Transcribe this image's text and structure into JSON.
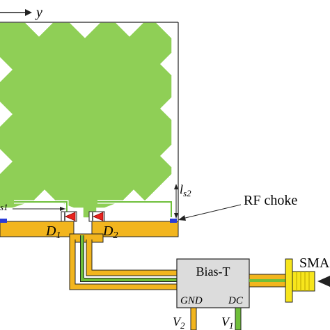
{
  "axis": {
    "label": "y"
  },
  "annotations": {
    "ls2": {
      "main": "l",
      "sub": "s2"
    },
    "ls1": {
      "main": "",
      "sub": "s1"
    },
    "rf_choke": "RF choke",
    "d1": {
      "main": "D",
      "sub": "1"
    },
    "d2": {
      "main": "D",
      "sub": "2"
    }
  },
  "bias_t": {
    "title": "Bias-T",
    "gnd": "GND",
    "dc": "DC"
  },
  "sma": "SMA",
  "voltages": {
    "v2": {
      "main": "V",
      "sub": "2"
    },
    "v1": {
      "main": "V",
      "sub": "1"
    }
  },
  "colors": {
    "patch": "#8fcf56",
    "feed_yellow": "#f2b51e",
    "feed_green": "#6fbf3a",
    "outline": "#222222",
    "diode_red": "#e8231e",
    "pad_blue": "#2a3bd6",
    "bias_box": "#dcdcdc",
    "sma_yellow": "#f7e51c"
  }
}
